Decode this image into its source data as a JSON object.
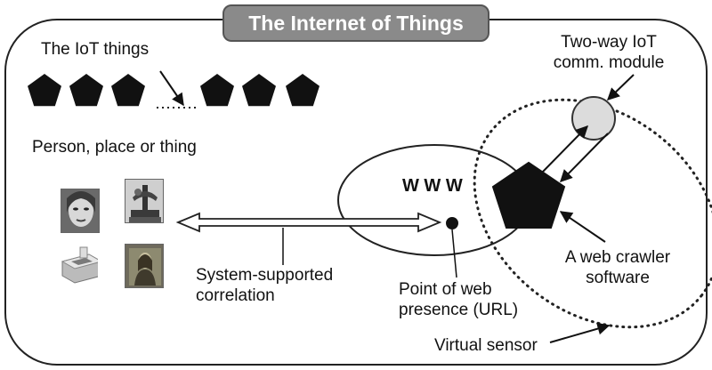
{
  "title": "The Internet of Things",
  "labels": {
    "iot_things": "The IoT things",
    "two_way_line1": "Two-way IoT",
    "two_way_line2": "comm. module",
    "person_place_thing": "Person, place or thing",
    "www": "W W W",
    "system_line1": "System-supported",
    "system_line2": "correlation",
    "point_line1": "Point of web",
    "point_line2": "presence (URL)",
    "crawler_line1": "A web crawler",
    "crawler_line2": "software",
    "virtual_sensor": "Virtual sensor"
  },
  "colors": {
    "frame": "#222222",
    "title_bg": "#8a8a8a",
    "pentagon": "#111111",
    "module_fill": "#dcdcdc"
  },
  "images": [
    "face-photo",
    "fountain-photo",
    "scanner-photo",
    "painting-photo"
  ]
}
